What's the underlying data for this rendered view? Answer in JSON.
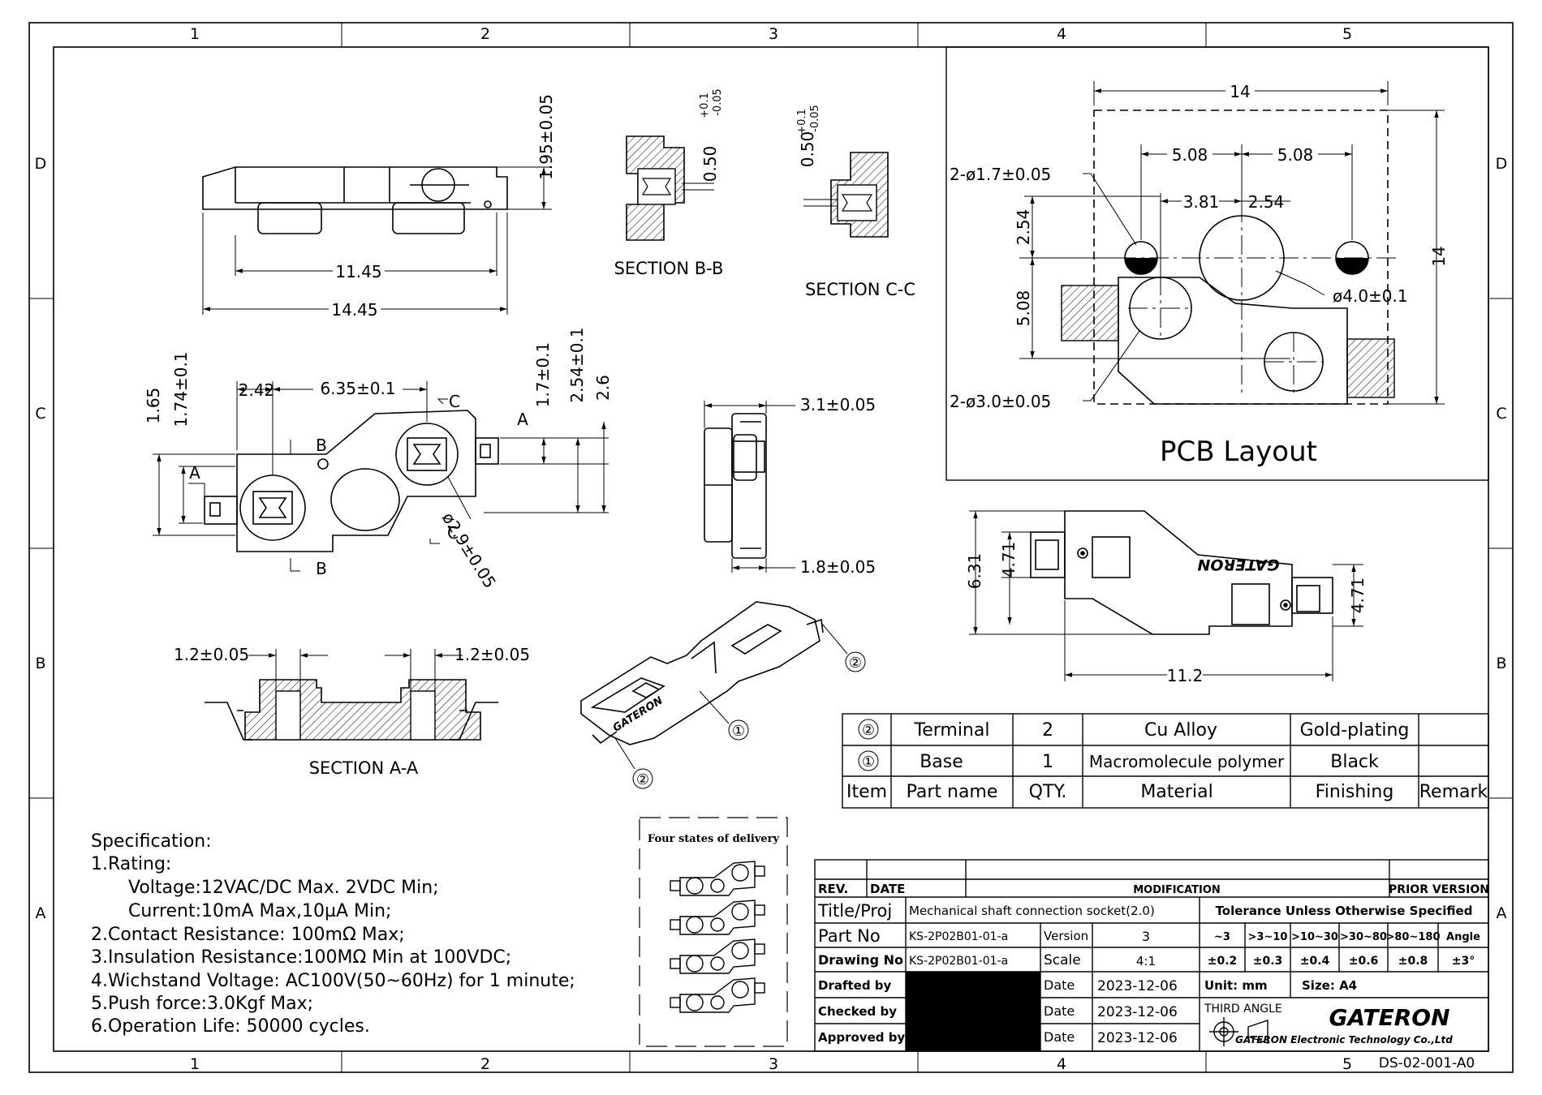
{
  "frame": {
    "columns": [
      "1",
      "2",
      "3",
      "4",
      "5"
    ],
    "rows": [
      "D",
      "C",
      "B",
      "A"
    ]
  },
  "views": {
    "top_view": {
      "dims": [
        "1.95±0.05",
        "11.45",
        "14.45"
      ]
    },
    "section_bb": {
      "title": "SECTION B-B",
      "dim_main": "0.50",
      "dim_tol_up": "+0.1",
      "dim_tol_down": "-0.05"
    },
    "section_cc": {
      "title": "SECTION C-C",
      "dim_main": "0.50",
      "dim_tol_up": "+0.1",
      "dim_tol_down": "-0.05"
    },
    "plan_view": {
      "dims": [
        "2.42",
        "6.35±0.1",
        "1.65",
        "1.74±0.1",
        "1.7±0.1",
        "2.54±0.1",
        "2.6",
        "ø2.9±0.05"
      ],
      "markers": [
        "A",
        "A",
        "B",
        "B",
        "C",
        "C"
      ]
    },
    "side_view": {
      "dims": [
        "3.1±0.05",
        "1.8±0.05"
      ]
    },
    "section_aa": {
      "title": "SECTION A-A",
      "dims": [
        "1.2±0.05",
        "1.2±0.05"
      ]
    },
    "iso_view": {
      "callouts": [
        "②",
        "①",
        "②"
      ],
      "brand": "GATERON"
    },
    "bottom_view": {
      "dims": [
        "6.31",
        "4.71",
        "4.71",
        "11.2"
      ],
      "brand": "GATERON"
    }
  },
  "pcb_layout": {
    "title": "PCB Layout",
    "dims": [
      "14",
      "5.08",
      "5.08",
      "3.81",
      "2.54",
      "2.54",
      "5.08",
      "14"
    ],
    "holes": [
      "2-ø1.7±0.05",
      "ø4.0±0.1",
      "2-ø3.0±0.05"
    ]
  },
  "bom": {
    "headers": [
      "Item",
      "Part name",
      "QTY.",
      "Material",
      "Finishing",
      "Remark"
    ],
    "rows": [
      [
        "②",
        "Terminal",
        "2",
        "Cu Alloy",
        "Gold-plating",
        ""
      ],
      [
        "①",
        "Base",
        "1",
        "Macromolecule polymer",
        "Black",
        ""
      ]
    ]
  },
  "specification": {
    "title": "Specification:",
    "lines": [
      "1.Rating:",
      "Voltage:12VAC/DC Max. 2VDC Min;",
      "Current:10mA Max,10µA Min;",
      "2.Contact Resistance: 100mΩ Max;",
      "3.Insulation Resistance:100MΩ Min at 100VDC;",
      "4.Wichstand Voltage: AC100V(50~60Hz) for 1 minute;",
      "5.Push force:3.0Kgf Max;",
      "6.Operation Life: 50000 cycles."
    ]
  },
  "delivery": {
    "title": "Four states of delivery"
  },
  "title_block": {
    "rev_label": "REV.",
    "date_label": "DATE",
    "modification_label": "MODIFICATION",
    "prior_version_label": "PRIOR VERSION",
    "title_label": "Title/Proj",
    "title_value": "Mechanical shaft connection socket(2.0)",
    "tolerance_label": "Tolerance Unless Otherwise Specified",
    "part_no_label": "Part No",
    "part_no_value": "KS-2P02B01-01-a",
    "version_label": "Version",
    "version_value": "3",
    "drawing_no_label": "Drawing No",
    "drawing_no_value": "KS-2P02B01-01-a",
    "scale_label": "Scale",
    "scale_value": "4:1",
    "tol_ranges": [
      "~3",
      ">3~10",
      ">10~30",
      ">30~80",
      ">80~180",
      "Angle"
    ],
    "tol_values": [
      "±0.2",
      "±0.3",
      "±0.4",
      "±0.6",
      "±0.8",
      "±3°"
    ],
    "drafted_label": "Drafted by",
    "checked_label": "Checked by",
    "approved_label": "Approved by",
    "date_field_label": "Date",
    "dates": [
      "2023-12-06",
      "2023-12-06",
      "2023-12-06"
    ],
    "unit": "Unit:  mm",
    "size": "Size:  A4",
    "projection": "THIRD  ANGLE",
    "company_logo": "GATERON",
    "company_name": "GATERON Electronic Technology Co.,Ltd"
  },
  "drawing_number": "DS-02-001-A0"
}
